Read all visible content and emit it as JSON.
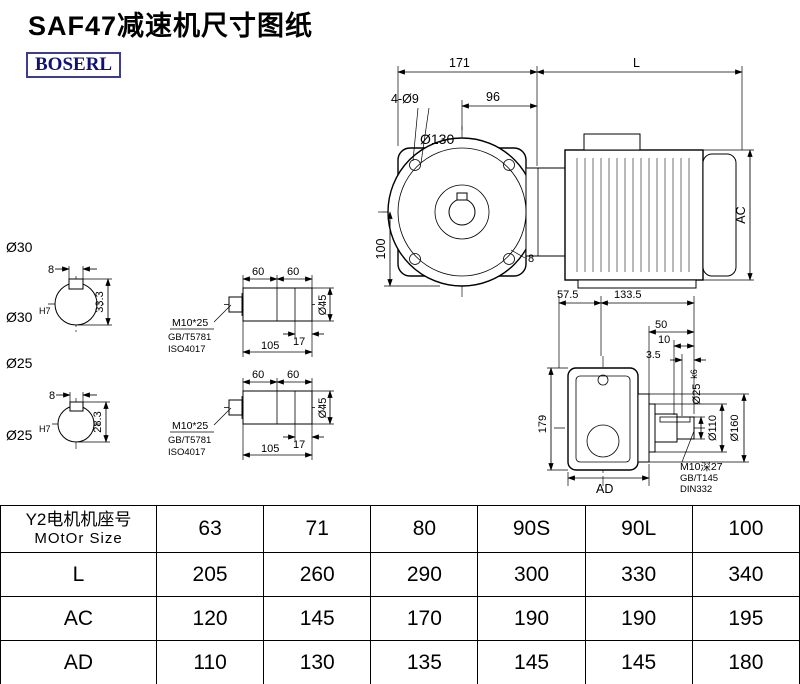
{
  "header": {
    "title": "SAF47减速机尺寸图纸",
    "logo": "BOSERL"
  },
  "front_view": {
    "dim_total": "171",
    "dim_motor": "L",
    "holes": "4-Ø9",
    "dim_96": "96",
    "flange_dia": "Ø130",
    "dim_100": "100",
    "dim_ac": "AC",
    "dim_8": "8"
  },
  "sections": {
    "s30": {
      "dia": "Ø30",
      "fit_base": "Ø30",
      "fit_sup": "H7",
      "key_w": "8",
      "key_h": "33.3"
    },
    "s25": {
      "dia": "Ø25",
      "fit_base": "Ø25",
      "fit_sup": "H7",
      "key_w": "8",
      "key_h": "28.3"
    }
  },
  "details": {
    "top": {
      "seg1": "60",
      "seg2": "60",
      "dim_17": "17",
      "dim_105": "105",
      "dia": "Ø45",
      "bolt": "M10*25",
      "std1": "GB/T5781",
      "std2": "ISO4017"
    },
    "bottom": {
      "seg1": "60",
      "seg2": "60",
      "dim_17": "17",
      "dim_105": "105",
      "dia": "Ø45",
      "bolt": "M10*25",
      "std1": "GB/T5781",
      "std2": "ISO4017"
    }
  },
  "side_view": {
    "dim_57_5": "57.5",
    "dim_133_5": "133.5",
    "dim_50": "50",
    "dim_10": "10",
    "dim_3_5": "3.5",
    "shaft_base": "Ø25",
    "shaft_sup": "k6",
    "dia_110": "Ø110",
    "dia_160": "Ø160",
    "dim_179": "179",
    "dim_ad": "AD",
    "tap": "M10深27",
    "tap_std1": "GB/T145",
    "tap_std2": "DIN332"
  },
  "table": {
    "header_label_line1": "Y2电机机座号",
    "header_label_line2": "MOtOr Size",
    "columns": [
      "63",
      "71",
      "80",
      "90S",
      "90L",
      "100"
    ],
    "rows": [
      {
        "label": "L",
        "values": [
          "205",
          "260",
          "290",
          "300",
          "330",
          "340"
        ]
      },
      {
        "label": "AC",
        "values": [
          "120",
          "145",
          "170",
          "190",
          "190",
          "195"
        ]
      },
      {
        "label": "AD",
        "values": [
          "110",
          "130",
          "135",
          "145",
          "145",
          "180"
        ]
      }
    ]
  }
}
